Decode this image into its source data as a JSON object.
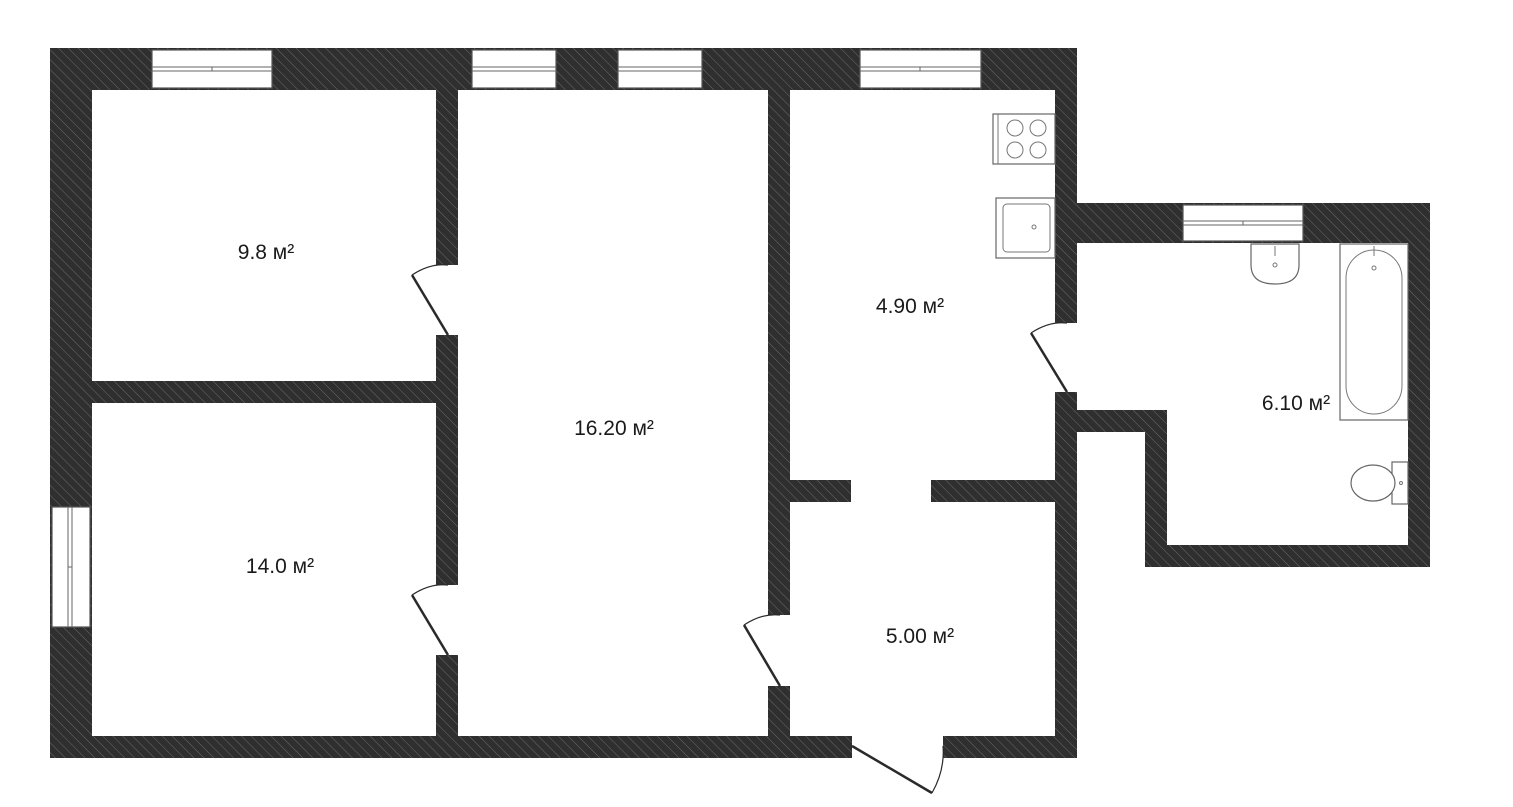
{
  "rooms": [
    {
      "id": "bedroom-small",
      "area_label": "9.8 м²"
    },
    {
      "id": "living-room",
      "area_label": "16.20 м²"
    },
    {
      "id": "bedroom-large",
      "area_label": "14.0 м²"
    },
    {
      "id": "kitchen",
      "area_label": "4.90 м²"
    },
    {
      "id": "hallway",
      "area_label": "5.00 м²"
    },
    {
      "id": "bathroom",
      "area_label": "6.10 м²"
    }
  ],
  "colors": {
    "wall": "#2f2f2f",
    "wall_hatch": "#6a6a6a",
    "background": "#ffffff"
  },
  "icons": [
    "window-icon",
    "door-icon",
    "stove-icon",
    "sink-icon",
    "washbasin-icon",
    "bathtub-icon",
    "toilet-icon"
  ]
}
